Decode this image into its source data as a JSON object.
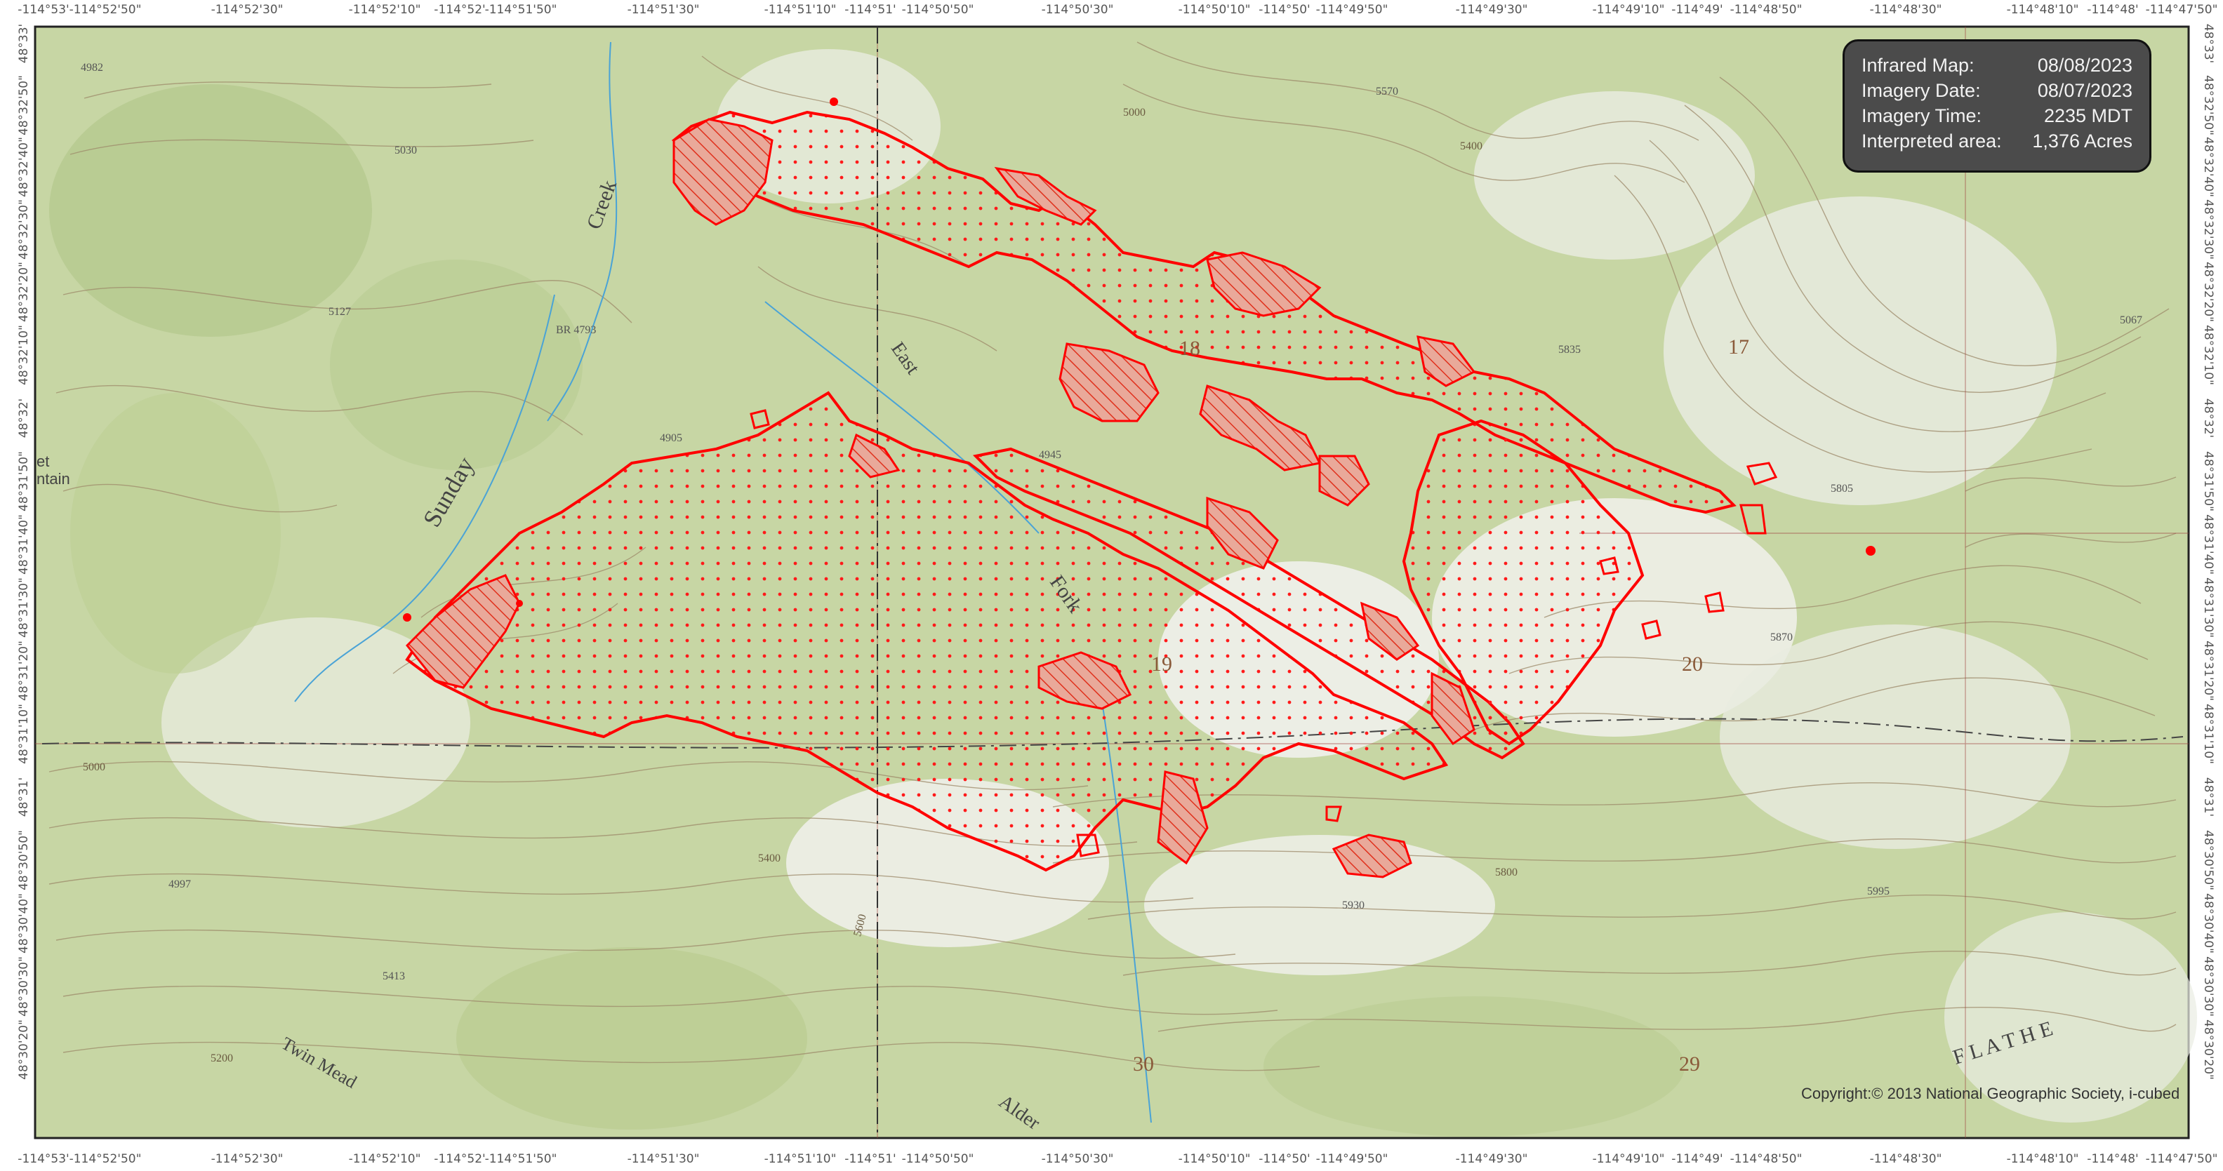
{
  "info_box": {
    "rows": [
      {
        "label": "Infrared Map:",
        "value": "08/08/2023"
      },
      {
        "label": "Imagery Date:",
        "value": "08/07/2023"
      },
      {
        "label": "Imagery Time:",
        "value": "2235 MDT"
      },
      {
        "label": "Interpreted area:",
        "value": "1,376 Acres"
      }
    ]
  },
  "copyright": "Copyright:© 2013 National Geographic Society, i-cubed",
  "longitude_ticks": [
    "-114°53'",
    "-114°52'50\"",
    "-114°52'30\"",
    "-114°52'10\"",
    "-114°52'",
    "-114°51'50\"",
    "-114°51'30\"",
    "-114°51'10\"",
    "-114°51'",
    "-114°50'50\"",
    "-114°50'30\"",
    "-114°50'10\"",
    "-114°50'",
    "-114°49'50\"",
    "-114°49'30\"",
    "-114°49'10\"",
    "-114°49'",
    "-114°48'50\"",
    "-114°48'30\"",
    "-114°48'10\"",
    "-114°48'",
    "-114°47'50\""
  ],
  "latitude_ticks": [
    "48°33'",
    "48°32'50\"",
    "48°32'40\"",
    "48°32'30\"",
    "48°32'20\"",
    "48°32'10\"",
    "48°32'",
    "48°31'50\"",
    "48°31'40\"",
    "48°31'30\"",
    "48°31'20\"",
    "48°31'10\"",
    "48°31'",
    "48°30'50\"",
    "48°30'40\"",
    "48°30'30\"",
    "48°30'20\""
  ],
  "map_labels": {
    "sunday": "Sunday",
    "creek": "Creek",
    "east": "East",
    "fork": "Fork",
    "alder": "Alder",
    "twin": "Twin Mead",
    "flathead": "F L A T H E",
    "mountain_a": "et",
    "mountain_b": "ntain",
    "sec18": "18",
    "sec17": "17",
    "sec19": "19",
    "sec20": "20",
    "sec30": "30",
    "sec29": "29",
    "e5000a": "5000",
    "e5000b": "5000",
    "e5400a": "5400",
    "e5400b": "5400",
    "e5800": "5800",
    "e5835": "5835",
    "e5870": "5870",
    "e5067": "5067",
    "e5805": "5805",
    "e5930": "5930",
    "e5995": "5995",
    "e5570": "5570",
    "e5127": "5127",
    "e5030": "5030",
    "e4982": "4982",
    "e4997": "4997",
    "e4945": "4945",
    "e4905": "4905",
    "e4793": "BR 4793",
    "e5413": "5413",
    "e5600": "5600",
    "e5200": "5200"
  },
  "colors": {
    "fire_perimeter": "#ff0000",
    "topo_green": "#c3d3a0",
    "contour": "#9a8a6a"
  }
}
